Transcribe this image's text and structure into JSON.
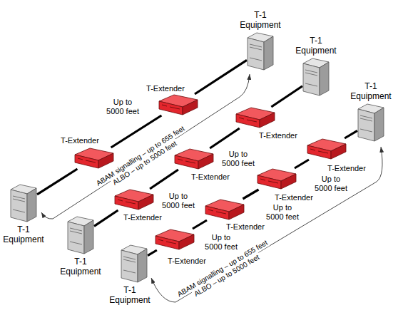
{
  "diagram": {
    "nodes": [
      {
        "text": [
          "T-1 Equipment"
        ]
      },
      {
        "text": [
          "T-Extender"
        ]
      },
      {
        "text": [
          "T-Extender"
        ]
      },
      {
        "text": [
          "T-1 Equipment"
        ]
      },
      {
        "text": [
          "T-1 Equipment"
        ]
      },
      {
        "text": [
          "T-Extender"
        ]
      },
      {
        "text": [
          "T-Extender"
        ]
      },
      {
        "text": [
          "T-Extender"
        ]
      },
      {
        "text": [
          "T-1 Equipment"
        ]
      },
      {
        "text": [
          "T-1 Equipment"
        ]
      },
      {
        "text": [
          "T-Extender"
        ]
      },
      {
        "text": [
          "T-Extender"
        ]
      },
      {
        "text": [
          "T-Extender"
        ]
      },
      {
        "text": [
          "T-Extender"
        ]
      },
      {
        "text": [
          "T-1 Equipment"
        ]
      }
    ],
    "edges": [
      {
        "from": 0,
        "to": 1,
        "arrow": "none"
      },
      {
        "from": 1,
        "to": 2,
        "arrow": "none"
      },
      {
        "from": 2,
        "to": 3,
        "arrow": "none"
      },
      {
        "from": 4,
        "to": 5,
        "arrow": "none"
      },
      {
        "from": 5,
        "to": 6,
        "arrow": "none"
      },
      {
        "from": 6,
        "to": 7,
        "arrow": "none"
      },
      {
        "from": 7,
        "to": 8,
        "arrow": "none"
      },
      {
        "from": 9,
        "to": 10,
        "arrow": "none"
      },
      {
        "from": 10,
        "to": 11,
        "arrow": "none"
      },
      {
        "from": 11,
        "to": 12,
        "arrow": "none"
      },
      {
        "from": 12,
        "to": 13,
        "arrow": "none"
      },
      {
        "from": 13,
        "to": 14,
        "arrow": "none"
      }
    ],
    "labels": [
      "Up to 5000 feet",
      "ABAM signalling – up to 655 feet",
      "ALBO – up to 5000 feet",
      "Up to 5000 feet",
      "Up to 5000 feet",
      "Up to 5000 feet",
      "Up to 5000 feet",
      "Up to 5000 feet",
      "ABAM signalling – up to 655 feet",
      "ALBO – up to 5000 feet"
    ]
  }
}
